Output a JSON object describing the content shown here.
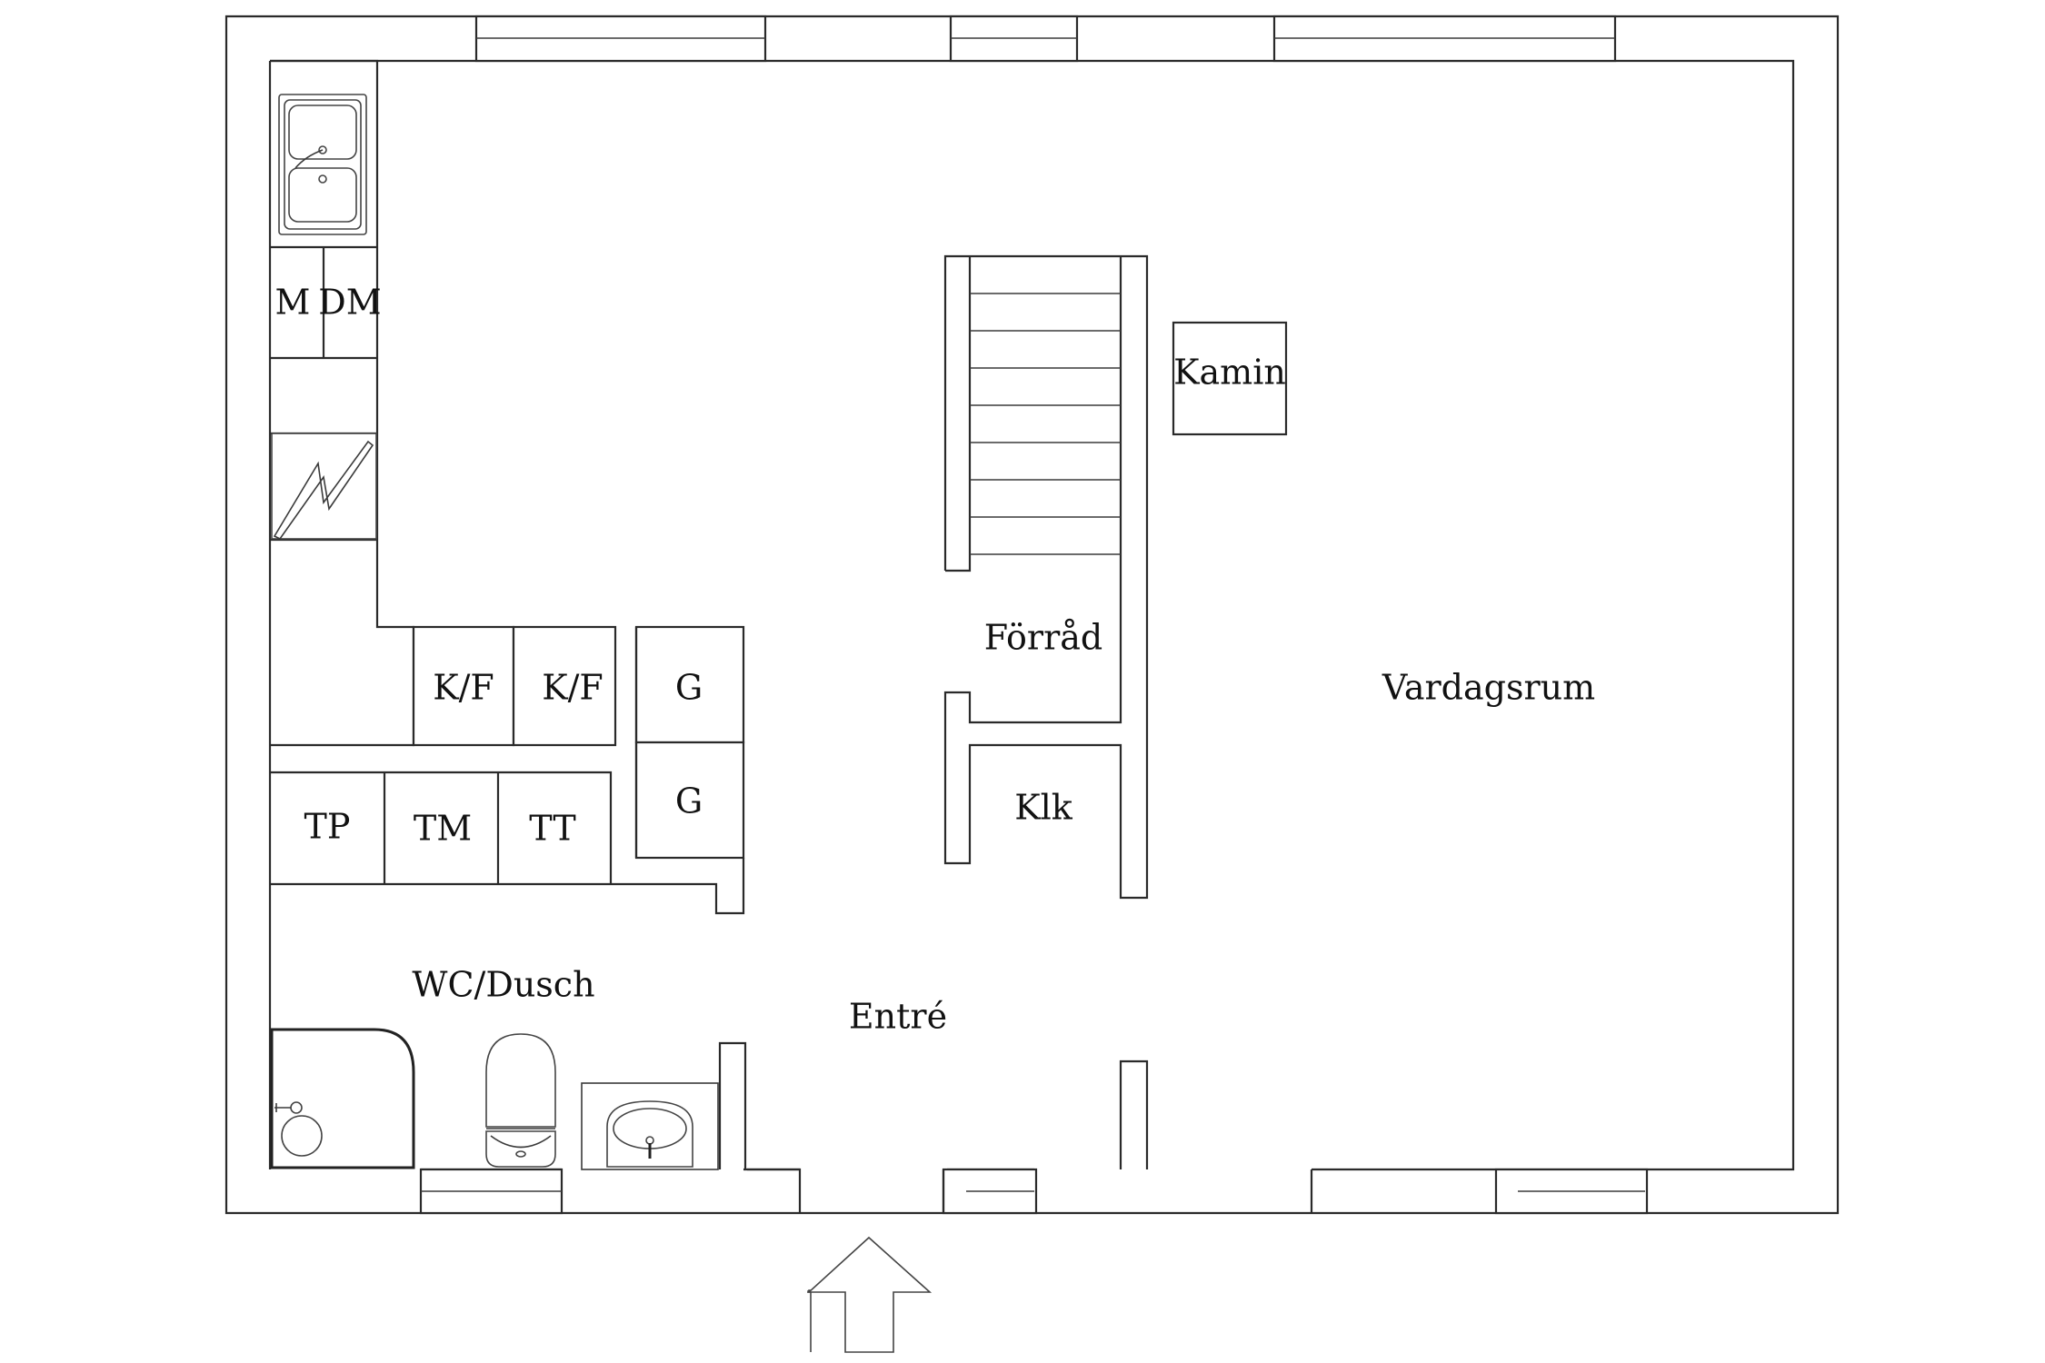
{
  "floorplan": {
    "rooms": {
      "vardagsrum": "Vardagsrum",
      "entre": "Entré",
      "wc_dusch": "WC/Dusch",
      "forrad": "Förråd",
      "klk": "Klk",
      "kamin": "Kamin"
    },
    "appliances": {
      "m": "M",
      "dm": "DM",
      "kf_1": "K/F",
      "kf_2": "K/F",
      "g_1": "G",
      "g_2": "G",
      "tp": "TP",
      "tm": "TM",
      "tt": "TT"
    },
    "colors": {
      "line": "#2a2a2a",
      "background": "#ffffff",
      "text": "#111111"
    },
    "icons": [
      "kitchen-sink-icon",
      "stove-icon",
      "toilet-icon",
      "washbasin-icon",
      "shower-icon",
      "entrance-arrow-icon"
    ]
  }
}
